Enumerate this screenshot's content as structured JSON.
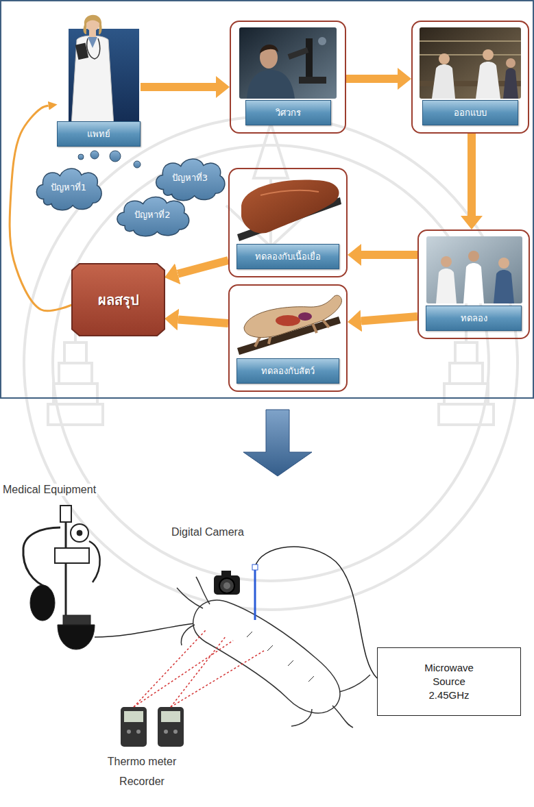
{
  "diagram": {
    "nodes": [
      {
        "text": [
          "แพทย์"
        ]
      },
      {
        "text": [
          "ปัญหาที่1"
        ]
      },
      {
        "text": [
          "ปัญหาที่2"
        ]
      },
      {
        "text": [
          "ปัญหาที่3"
        ]
      },
      {
        "text": [
          "วิศวกร"
        ]
      },
      {
        "text": [
          "ออกแบบ"
        ]
      },
      {
        "text": [
          "ทดลอง"
        ]
      },
      {
        "text": [
          "ทดลองกับเนื้อเยื่อ"
        ]
      },
      {
        "text": [
          "ทดลองกับสัตว์"
        ]
      },
      {
        "text": [
          "ผลสรุป"
        ]
      },
      {
        "text": [
          "Microwave Source 2.45GHz"
        ]
      }
    ],
    "edges": [
      {
        "from": 0,
        "to": 4,
        "arrow": "to"
      },
      {
        "from": 4,
        "to": 5,
        "arrow": "to"
      },
      {
        "from": 5,
        "to": 6,
        "arrow": "to"
      },
      {
        "from": 6,
        "to": 7,
        "arrow": "to"
      },
      {
        "from": 6,
        "to": 8,
        "arrow": "to"
      },
      {
        "from": 7,
        "to": 9,
        "arrow": "to"
      },
      {
        "from": 8,
        "to": 9,
        "arrow": "to"
      },
      {
        "from": 9,
        "to": 0,
        "arrow": "to"
      }
    ],
    "labels": [
      "Medical Equipment",
      "Digital Camera",
      "Thermo meter Recorder"
    ]
  }
}
